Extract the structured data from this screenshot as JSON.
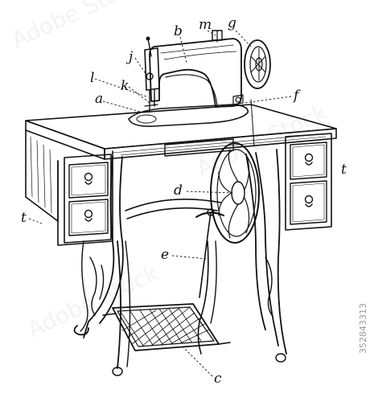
{
  "labels": {
    "a": "a",
    "b": "b",
    "c": "c",
    "d": "d",
    "e": "e",
    "f": "f",
    "g": "g",
    "j": "j",
    "k": "k",
    "l": "l",
    "m": "m",
    "t_right": "t",
    "t_left": "t"
  },
  "watermark": {
    "stock_id": "352843313",
    "mark": "Adobe Stock"
  }
}
